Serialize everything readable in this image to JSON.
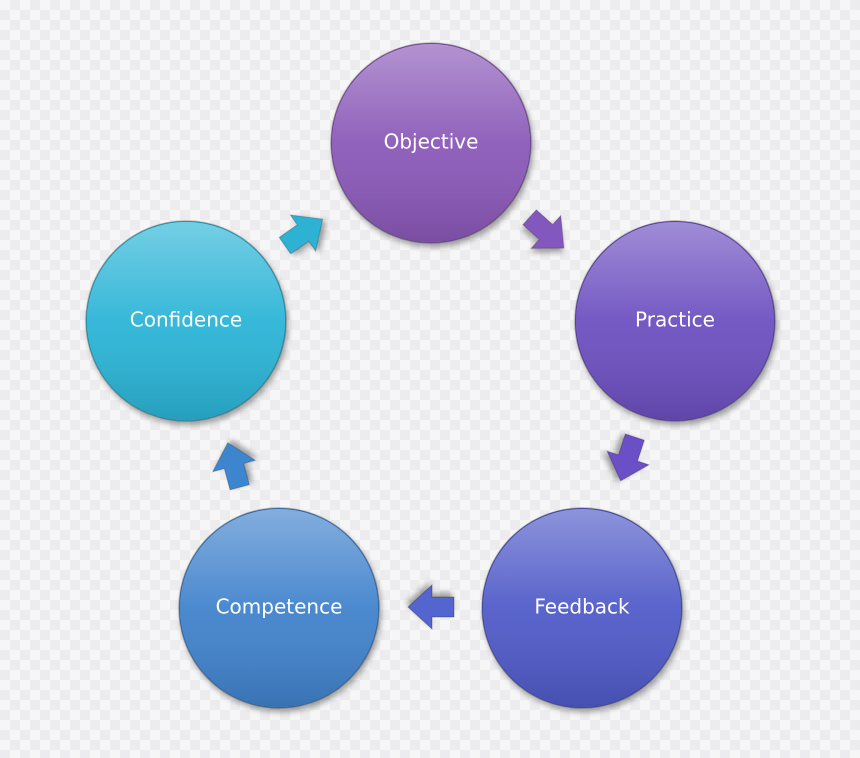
{
  "nodes": [
    {
      "id": "objective",
      "label": "Objective",
      "color": "#8a58b8"
    },
    {
      "id": "practice",
      "label": "Practice",
      "color": "#6c50c0"
    },
    {
      "id": "feedback",
      "label": "Feedback",
      "color": "#4f5ac8"
    },
    {
      "id": "competence",
      "label": "Competence",
      "color": "#3f82cc"
    },
    {
      "id": "confidence",
      "label": "Confidence",
      "color": "#2cb4d6"
    }
  ],
  "arrows": [
    {
      "from": "objective",
      "to": "practice",
      "color": "#8358be"
    },
    {
      "from": "practice",
      "to": "feedback",
      "color": "#6a4fc6"
    },
    {
      "from": "feedback",
      "to": "competence",
      "color": "#5465cf"
    },
    {
      "from": "competence",
      "to": "confidence",
      "color": "#3d86cf"
    },
    {
      "from": "confidence",
      "to": "objective",
      "color": "#2fb2d4"
    }
  ]
}
